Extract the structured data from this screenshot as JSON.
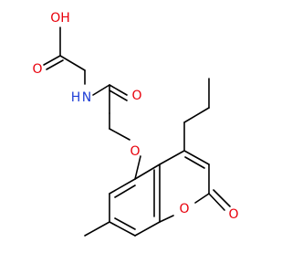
{
  "colors": {
    "bond": "#000000",
    "oxygen": "#e8000b",
    "nitrogen": "#1f3fd6",
    "background": "#ffffff"
  },
  "atoms": {
    "acid_oh": "OH",
    "acid_o": "O",
    "amide_nh": "H",
    "amide_n": "N",
    "amide_o": "O",
    "ether_o": "O",
    "ring_o": "O",
    "lactone_o": "O"
  }
}
